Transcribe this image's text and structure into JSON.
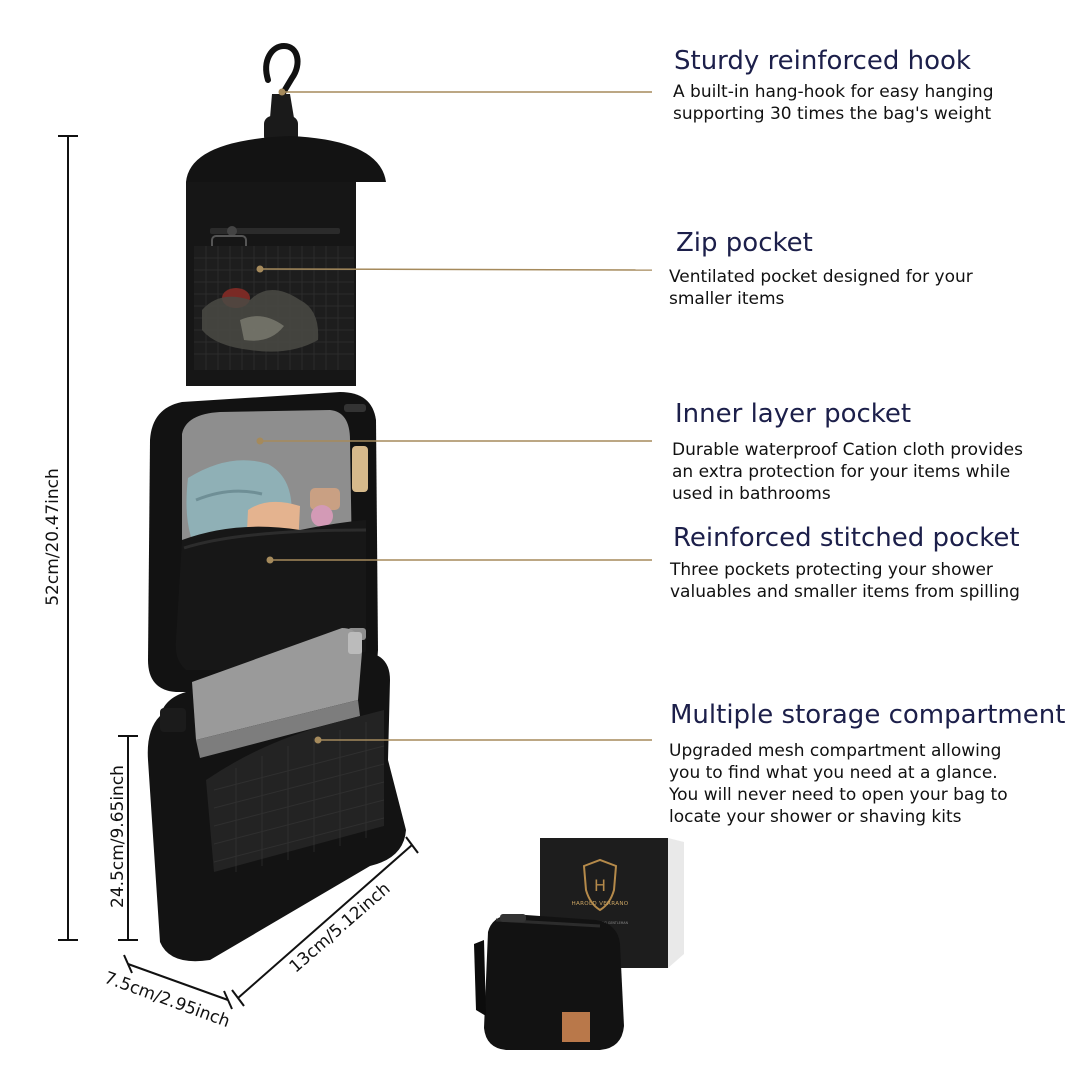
{
  "features": [
    {
      "title": "Sturdy reinforced hook",
      "desc": "A built-in hang-hook for easy hanging\nsupporting 30 times the bag's weight"
    },
    {
      "title": "Zip pocket",
      "desc": "Ventilated pocket designed for your\nsmaller items"
    },
    {
      "title": "Inner layer pocket",
      "desc": "Durable waterproof Cation cloth provides\nan extra protection for your items while\nused in bathrooms"
    },
    {
      "title": "Reinforced stitched pocket",
      "desc": "Three pockets protecting your shower\nvaluables and smaller items from spilling"
    },
    {
      "title": "Multiple storage compartment",
      "desc": "Upgraded mesh compartment allowing\nyou to find what you need at a glance.\nYou will never need to open your bag to\nlocate your shower or shaving kits"
    }
  ],
  "dimensions": {
    "height_total": "52cm/20.47inch",
    "height_bottom": "24.5cm/9.65inch",
    "width": "13cm/5.12inch",
    "depth": "7.5cm/2.95inch"
  },
  "packaging": {
    "brand": "HAROLD VERRANO",
    "tagline": "FOR THE DISCERNING GENTLEMAN",
    "logo_letter": "H"
  },
  "colors": {
    "title": "#1c1f4a",
    "leader": "#a58a5c",
    "bag": "#141414",
    "lining": "#8e8e8e"
  }
}
